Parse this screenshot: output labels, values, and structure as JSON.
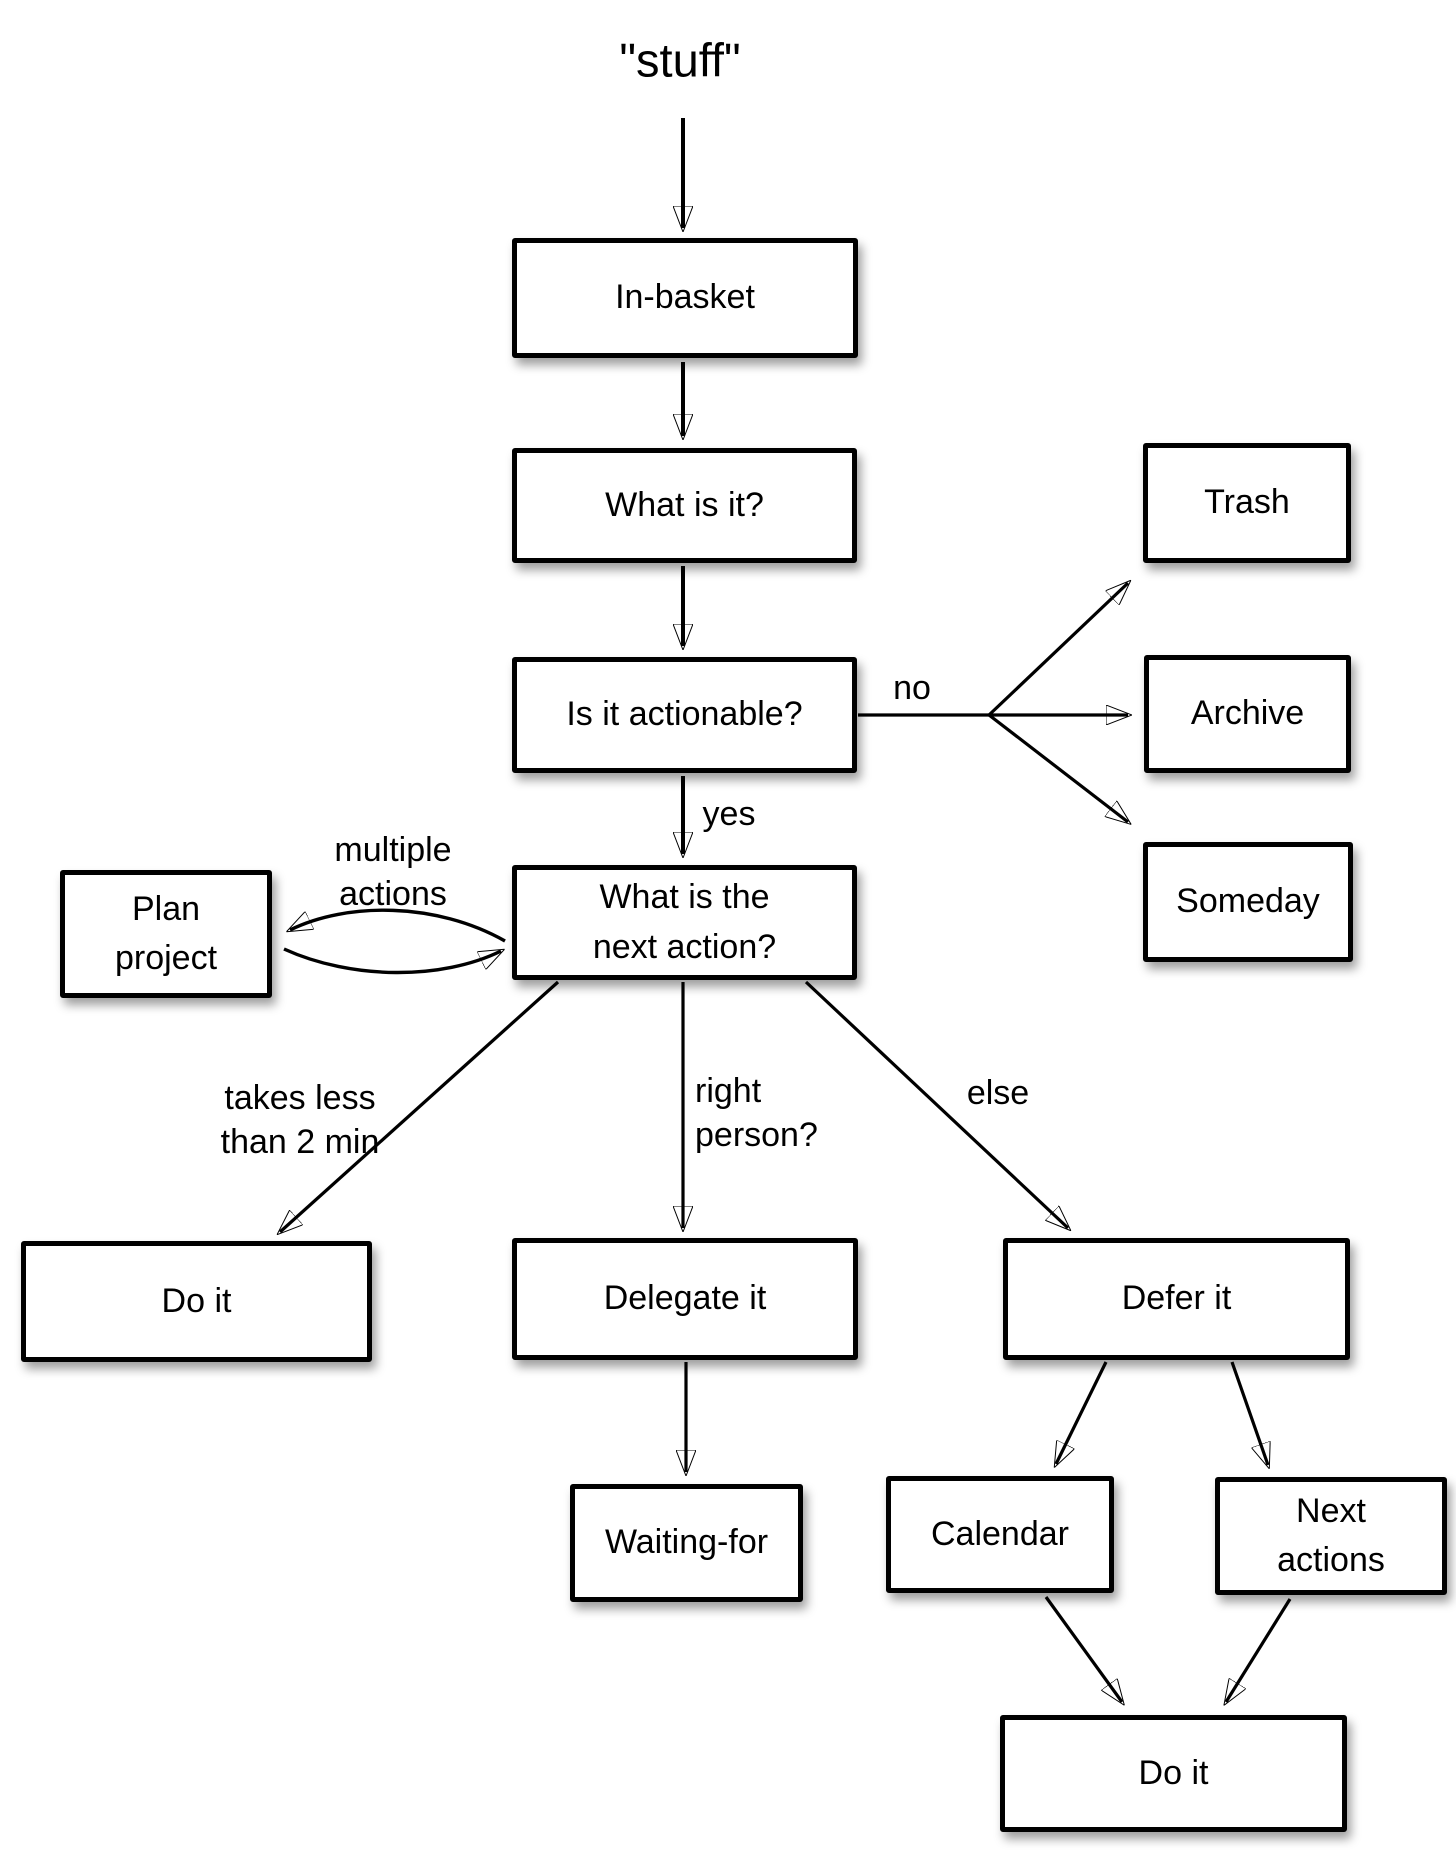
{
  "title": "\"stuff\"",
  "nodes": {
    "in_basket": {
      "label": "In-basket"
    },
    "what_is_it": {
      "label": "What is it?"
    },
    "actionable": {
      "label": "Is it actionable?"
    },
    "what_next": {
      "label": "What is the\nnext action?"
    },
    "trash": {
      "label": "Trash"
    },
    "archive": {
      "label": "Archive"
    },
    "someday": {
      "label": "Someday"
    },
    "plan_project": {
      "label": "Plan\nproject"
    },
    "do_it": {
      "label": "Do it"
    },
    "delegate_it": {
      "label": "Delegate it"
    },
    "defer_it": {
      "label": "Defer it"
    },
    "waiting_for": {
      "label": "Waiting-for"
    },
    "calendar": {
      "label": "Calendar"
    },
    "next_actions": {
      "label": "Next\nactions"
    },
    "do_it_final": {
      "label": "Do it"
    }
  },
  "edge_labels": {
    "no": "no",
    "yes": "yes",
    "multiple_actions": "multiple\nactions",
    "takes_less": "takes less\nthan 2 min",
    "right_person": "right\nperson?",
    "else_label": "else"
  },
  "edges": [
    {
      "from": "stuff",
      "to": "In-basket"
    },
    {
      "from": "In-basket",
      "to": "What is it?"
    },
    {
      "from": "What is it?",
      "to": "Is it actionable?"
    },
    {
      "from": "Is it actionable?",
      "to": "Trash",
      "label": "no"
    },
    {
      "from": "Is it actionable?",
      "to": "Archive",
      "label": "no"
    },
    {
      "from": "Is it actionable?",
      "to": "Someday",
      "label": "no"
    },
    {
      "from": "Is it actionable?",
      "to": "What is the next action?",
      "label": "yes"
    },
    {
      "from": "What is the next action?",
      "to": "Plan project",
      "label": "multiple actions",
      "bidirectional": true
    },
    {
      "from": "What is the next action?",
      "to": "Do it",
      "label": "takes less than 2 min"
    },
    {
      "from": "What is the next action?",
      "to": "Delegate it",
      "label": "right person?"
    },
    {
      "from": "What is the next action?",
      "to": "Defer it",
      "label": "else"
    },
    {
      "from": "Delegate it",
      "to": "Waiting-for"
    },
    {
      "from": "Defer it",
      "to": "Calendar"
    },
    {
      "from": "Defer it",
      "to": "Next actions"
    },
    {
      "from": "Calendar",
      "to": "Do it"
    },
    {
      "from": "Next actions",
      "to": "Do it"
    }
  ],
  "colors": {
    "line": "#000000",
    "box_fill": "#ffffff",
    "box_border": "#000000",
    "background": "#ffffff"
  }
}
